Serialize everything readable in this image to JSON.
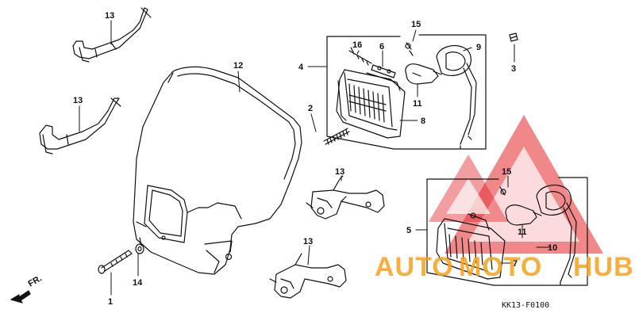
{
  "diagram": {
    "callouts": [
      {
        "id": "c13a",
        "text": "13"
      },
      {
        "id": "c13b",
        "text": "13"
      },
      {
        "id": "c12",
        "text": "12"
      },
      {
        "id": "c4",
        "text": "4"
      },
      {
        "id": "c16",
        "text": "16"
      },
      {
        "id": "c6",
        "text": "6"
      },
      {
        "id": "c15a",
        "text": "15"
      },
      {
        "id": "c9",
        "text": "9"
      },
      {
        "id": "c3",
        "text": "3"
      },
      {
        "id": "c2",
        "text": "2"
      },
      {
        "id": "c11a",
        "text": "11"
      },
      {
        "id": "c8",
        "text": "8"
      },
      {
        "id": "c13c",
        "text": "13"
      },
      {
        "id": "c15b",
        "text": "15"
      },
      {
        "id": "c5",
        "text": "5"
      },
      {
        "id": "c11b",
        "text": "11"
      },
      {
        "id": "c10",
        "text": "10"
      },
      {
        "id": "c7",
        "text": "7"
      },
      {
        "id": "c13d",
        "text": "13"
      },
      {
        "id": "c14",
        "text": "14"
      },
      {
        "id": "c1",
        "text": "1"
      }
    ],
    "direction_label": "FR.",
    "drawing_code": "KK13-F0100"
  },
  "watermark": {
    "text_part1": "AUTO",
    "text_part2": "MOTO",
    "text_part3": "HUB",
    "color_primary": "#f5a21b",
    "color_secondary": "#e3262a"
  }
}
